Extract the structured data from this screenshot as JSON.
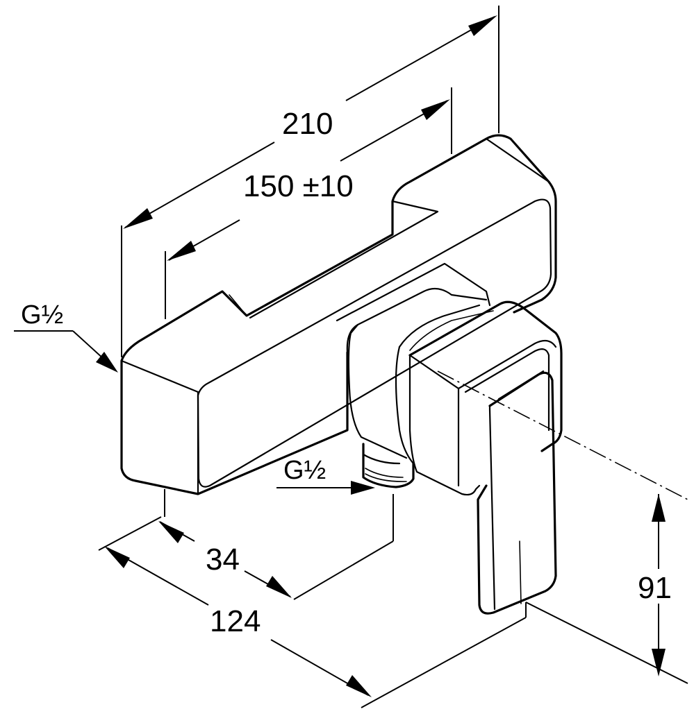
{
  "dimensions": {
    "d210": "210",
    "d150": "150 ±10",
    "d34": "34",
    "d124": "124",
    "d91": "91"
  },
  "threads": {
    "left": "G½",
    "outlet": "G½"
  }
}
